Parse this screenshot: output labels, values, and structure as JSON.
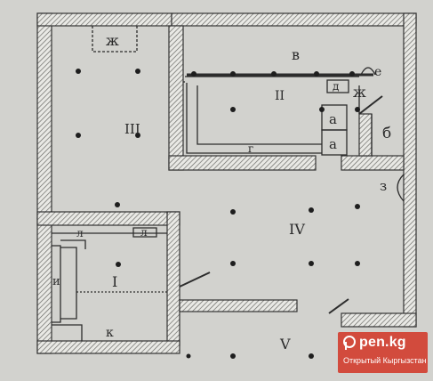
{
  "plan": {
    "labels": {
      "room_I": "I",
      "room_II": "II",
      "room_III": "III",
      "room_IV": "IV",
      "room_V": "V",
      "a_top": "а",
      "a_bottom": "а",
      "b": "б",
      "v": "в",
      "g": "г",
      "d": "д",
      "e": "е",
      "zh_top": "ж",
      "zh_mid": "ж",
      "z": "з",
      "i": "и",
      "k": "к",
      "l1": "л",
      "l2": "л"
    }
  },
  "watermark": {
    "brand": "pen.kg",
    "subtitle": "Открытый Кыргызстан",
    "icon": "pen-logo-icon",
    "color": "#d24b3d"
  }
}
